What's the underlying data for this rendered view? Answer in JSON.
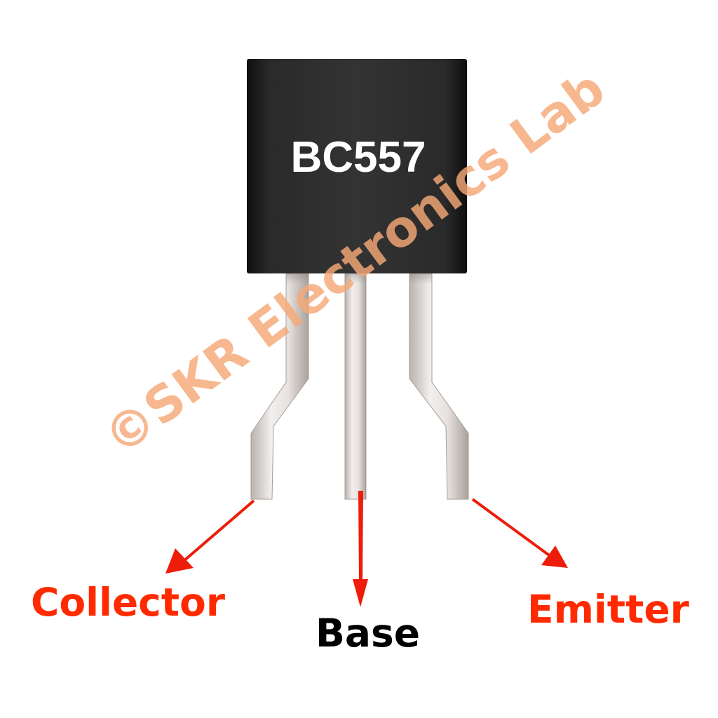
{
  "component": {
    "part_number": "BC557",
    "body_color": "#2f2f2f",
    "lead_color": "#ddd8d6"
  },
  "pins": [
    {
      "name": "Collector",
      "color": "#ff2a00"
    },
    {
      "name": "Base",
      "color": "#000000"
    },
    {
      "name": "Emitter",
      "color": "#ff2a00"
    }
  ],
  "arrow_color": "#ee1c0a",
  "watermark": {
    "text": "©SKR Electronics Lab",
    "color": "#f5a878"
  }
}
